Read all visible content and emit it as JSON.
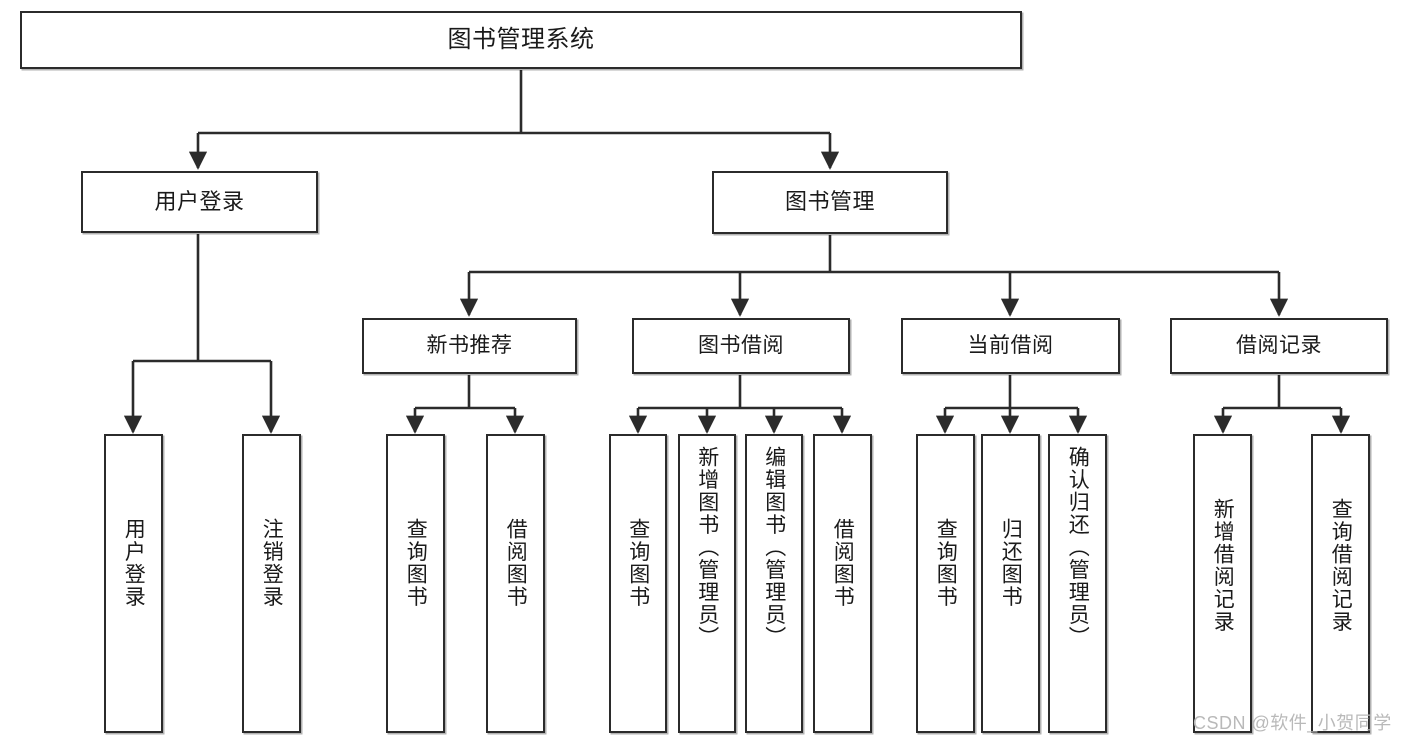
{
  "diagram": {
    "title": "图书管理系统",
    "type": "tree-hierarchy-diagram",
    "accent_color": "#2b2b2b",
    "background_color": "#ffffff",
    "root": {
      "id": "root",
      "label": "图书管理系统"
    },
    "level2": [
      {
        "id": "user-login",
        "label": "用户登录"
      },
      {
        "id": "book-manage",
        "label": "图书管理"
      }
    ],
    "level3": [
      {
        "id": "new-book-rec",
        "label": "新书推荐",
        "parent": "book-manage"
      },
      {
        "id": "book-borrow",
        "label": "图书借阅",
        "parent": "book-manage"
      },
      {
        "id": "current-borrow",
        "label": "当前借阅",
        "parent": "book-manage"
      },
      {
        "id": "borrow-record",
        "label": "借阅记录",
        "parent": "book-manage"
      }
    ],
    "leaves": [
      {
        "id": "leaf-user-login",
        "label": "用户登录",
        "parent": "user-login"
      },
      {
        "id": "leaf-user-logout",
        "label": "注销登录",
        "parent": "user-login"
      },
      {
        "id": "leaf-rec-query",
        "label": "查询图书",
        "parent": "new-book-rec"
      },
      {
        "id": "leaf-rec-borrow",
        "label": "借阅图书",
        "parent": "new-book-rec"
      },
      {
        "id": "leaf-borrow-query",
        "label": "查询图书",
        "parent": "book-borrow"
      },
      {
        "id": "leaf-borrow-add",
        "label": "新增图书（管理员）",
        "parent": "book-borrow"
      },
      {
        "id": "leaf-borrow-edit",
        "label": "编辑图书（管理员）",
        "parent": "book-borrow"
      },
      {
        "id": "leaf-borrow-lend",
        "label": "借阅图书",
        "parent": "book-borrow"
      },
      {
        "id": "leaf-cur-query",
        "label": "查询图书",
        "parent": "current-borrow"
      },
      {
        "id": "leaf-cur-return",
        "label": "归还图书",
        "parent": "current-borrow"
      },
      {
        "id": "leaf-cur-confirm",
        "label": "确认归还（管理员）",
        "parent": "current-borrow"
      },
      {
        "id": "leaf-rec-add",
        "label": "新增借阅记录",
        "parent": "borrow-record"
      },
      {
        "id": "leaf-rec-search",
        "label": "查询借阅记录",
        "parent": "borrow-record"
      }
    ]
  },
  "watermark": {
    "text": "CSDN @软件_小贺同学"
  }
}
